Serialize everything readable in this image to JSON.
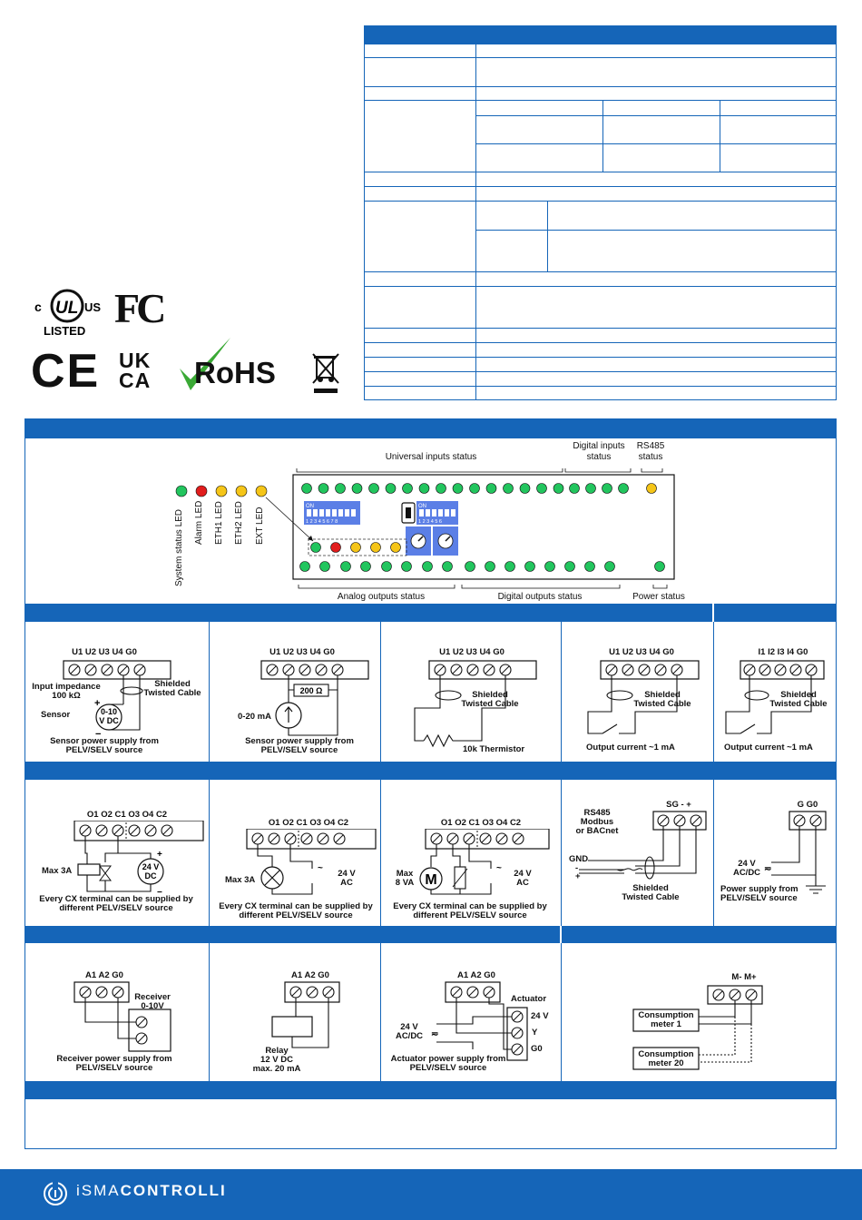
{
  "certifications": {
    "ul": {
      "c": "c",
      "mark": "UL",
      "us": "US",
      "listed": "LISTED"
    },
    "fc": "FC",
    "ce": "CE",
    "ukca": [
      "UK",
      "CA"
    ],
    "rohs": "RoHS"
  },
  "led_panel": {
    "top_labels": {
      "universal": "Universal inputs status",
      "digital_inputs": [
        "Digital inputs",
        "status"
      ],
      "rs485": [
        "RS485",
        "status"
      ]
    },
    "bottom_labels": {
      "analog": "Analog outputs status",
      "digital_outputs": "Digital outputs status",
      "power": "Power status"
    },
    "side_leds": [
      "System status LED",
      "Alarm LED",
      "ETH1 LED",
      "ETH2 LED",
      "EXT LED"
    ],
    "colors": {
      "green": "#22c55e",
      "red": "#e11d1d",
      "yellow": "#f5c518",
      "blue_accent": "#1565b8",
      "dip_blue": "#5b7fe6"
    },
    "dip1": {
      "on": "ON",
      "nums": "1 2 3 4 5 6 7 8"
    },
    "dip2": {
      "on": "ON",
      "nums": "1 2 3 4 5 6"
    }
  },
  "wiring": {
    "row1": [
      {
        "terminals": "U1 U2 U3 U4 G0",
        "notes": [
          "Input impedance",
          "100 kΩ",
          "Sensor",
          "0-10",
          "V DC",
          "Shielded",
          "Twisted Cable"
        ],
        "caption": [
          "Sensor power supply from",
          "PELV/SELV source"
        ]
      },
      {
        "terminals": "U1 U2 U3 U4 G0",
        "resistor": "200 Ω",
        "current": "0-20 mA",
        "caption": [
          "Sensor power supply from",
          "PELV/SELV source"
        ]
      },
      {
        "terminals": "U1 U2 U3 U4 G0",
        "notes": [
          "Shielded",
          "Twisted Cable"
        ],
        "caption": [
          "10k Thermistor"
        ]
      },
      {
        "terminals": "U1 U2 U3 U4 G0",
        "notes": [
          "Shielded",
          "Twisted Cable"
        ],
        "caption": [
          "Output current ~1 mA"
        ]
      },
      {
        "terminals": "I1  I2  I3  I4  G0",
        "notes": [
          "Shielded",
          "Twisted Cable"
        ],
        "caption": [
          "Output current ~1 mA"
        ]
      }
    ],
    "row2": [
      {
        "terminals": "O1 O2 C1 O3 O4 C2",
        "notes": [
          "Max 3A",
          "24 V",
          "DC"
        ],
        "caption": [
          "Every CX terminal can be supplied by",
          "different PELV/SELV source"
        ]
      },
      {
        "terminals": "O1 O2 C1 O3 O4 C2",
        "notes": [
          "Max 3A",
          "24 V",
          "AC"
        ],
        "caption": [
          "Every CX terminal can be supplied by",
          "different PELV/SELV source"
        ]
      },
      {
        "terminals": "O1 O2 C1 O3 O4 C2",
        "notes": [
          "Max",
          "8 VA",
          "M",
          "24 V",
          "AC"
        ],
        "caption": [
          "Every CX terminal can be supplied by",
          "different PELV/SELV source"
        ]
      },
      {
        "terminals": "SG  -  +",
        "notes": [
          "RS485",
          "Modbus",
          "or BACnet",
          "GND",
          "-",
          "+",
          "Shielded",
          "Twisted Cable"
        ]
      },
      {
        "terminals": "G  G0",
        "notes": [
          "24 V",
          "AC/DC"
        ],
        "caption": [
          "Power supply from",
          "PELV/SELV source"
        ]
      }
    ],
    "row3": [
      {
        "terminals": "A1  A2  G0",
        "notes": [
          "Receiver",
          "0-10V"
        ],
        "caption": [
          "Receiver power supply from",
          "PELV/SELV source"
        ]
      },
      {
        "terminals": "A1  A2  G0",
        "caption": [
          "Relay",
          "12 V DC",
          "max. 20 mA"
        ]
      },
      {
        "terminals": "A1  A2  G0",
        "notes": [
          "Actuator",
          "24 V",
          "Y",
          "G0",
          "24 V",
          "AC/DC"
        ],
        "caption": [
          "Actuator power supply from",
          "PELV/SELV source"
        ]
      },
      {
        "terminals": "M-  M+",
        "notes": [
          "Consumption",
          "meter 1",
          "Consumption",
          "meter 20"
        ]
      }
    ]
  },
  "footer": {
    "brand_light": "iSMA",
    "brand_bold": "CONTROLLI"
  }
}
